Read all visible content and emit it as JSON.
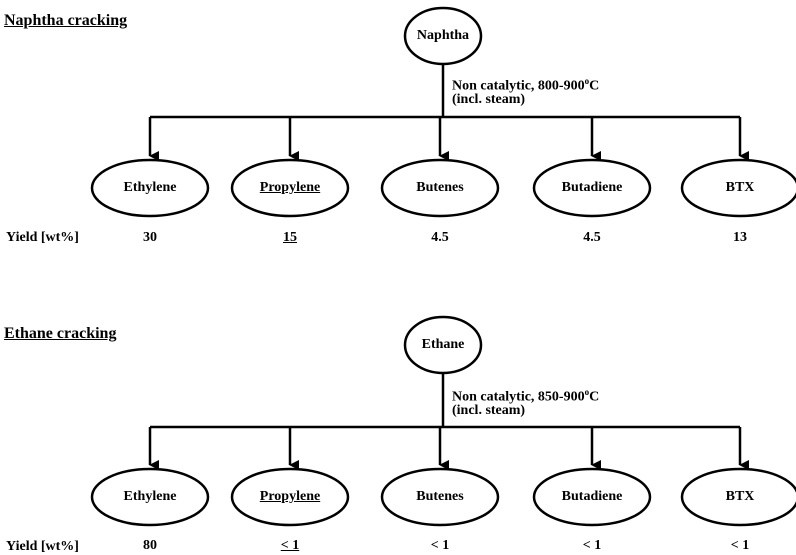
{
  "sections": [
    {
      "title": "Naphtha cracking",
      "feed": "Naphtha",
      "condition_prefix": "Non catalytic, 800-900",
      "condition_sup": "o",
      "condition_suffix": "C",
      "condition_line2": "(incl. steam)",
      "yield_label": "Yield [wt%]",
      "products": [
        {
          "name": "Ethylene",
          "yield": "30",
          "underline": false
        },
        {
          "name": "Propylene",
          "yield": "15",
          "underline": true
        },
        {
          "name": "Butenes",
          "yield": "4.5",
          "underline": false
        },
        {
          "name": "Butadiene",
          "yield": "4.5",
          "underline": false
        },
        {
          "name": "BTX",
          "yield": "13",
          "underline": false
        }
      ]
    },
    {
      "title": "Ethane cracking",
      "feed": "Ethane",
      "condition_prefix": "Non catalytic, 850-900",
      "condition_sup": "o",
      "condition_suffix": "C",
      "condition_line2": "(incl. steam)",
      "yield_label": "Yield [wt%]",
      "products": [
        {
          "name": "Ethylene",
          "yield": "80",
          "underline": false
        },
        {
          "name": "Propylene",
          "yield": "< 1",
          "underline": true
        },
        {
          "name": "Butenes",
          "yield": "< 1",
          "underline": false
        },
        {
          "name": "Butadiene",
          "yield": "< 1",
          "underline": false
        },
        {
          "name": "BTX",
          "yield": "< 1",
          "underline": false
        }
      ]
    }
  ]
}
